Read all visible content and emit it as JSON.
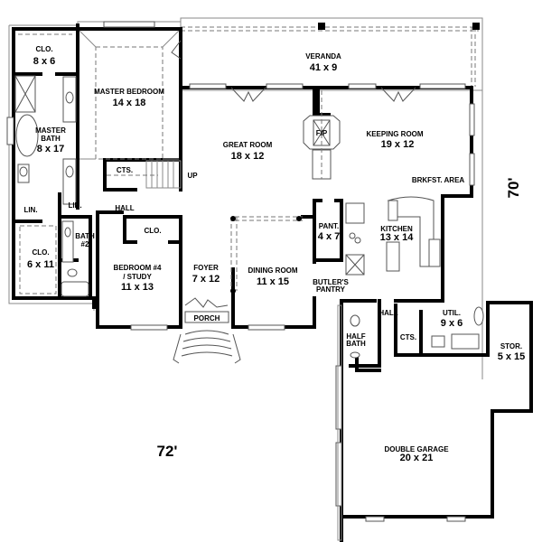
{
  "plan": {
    "overall_width": "72'",
    "overall_depth": "70'",
    "rooms": [
      {
        "id": "closet-master",
        "name": "CLO.",
        "dims": "8 x 6"
      },
      {
        "id": "master-bedroom",
        "name": "MASTER BEDROOM",
        "dims": "14 x 18"
      },
      {
        "id": "master-bath",
        "name_line1": "MASTER",
        "name_line2": "BATH",
        "dims": "8 x 17"
      },
      {
        "id": "veranda",
        "name": "VERANDA",
        "dims": "41 x 9"
      },
      {
        "id": "great-room",
        "name": "GREAT ROOM",
        "dims": "18 x 12"
      },
      {
        "id": "keeping-room",
        "name": "KEEPING ROOM",
        "dims": "19 x 12"
      },
      {
        "id": "breakfast-area",
        "name": "BRKFST. AREA"
      },
      {
        "id": "fireplace",
        "name": "F/P"
      },
      {
        "id": "cts-stair",
        "name": "CTS."
      },
      {
        "id": "stair-up",
        "name": "UP"
      },
      {
        "id": "linen-1",
        "name": "LIN."
      },
      {
        "id": "linen-2",
        "name": "LIN."
      },
      {
        "id": "hall-west",
        "name": "HALL"
      },
      {
        "id": "closet-west",
        "name": "CLO.",
        "dims": "6 x 11"
      },
      {
        "id": "bath-2",
        "name_line1": "BATH",
        "name_line2": "#2"
      },
      {
        "id": "closet-bedroom4",
        "name": "CLO."
      },
      {
        "id": "bedroom-4",
        "name_line1": "BEDROOM #4",
        "name_line2": "/ STUDY",
        "dims": "11 x 13"
      },
      {
        "id": "foyer",
        "name": "FOYER",
        "dims": "7 x 12"
      },
      {
        "id": "porch",
        "name": "PORCH"
      },
      {
        "id": "dining-room",
        "name": "DINING ROOM",
        "dims": "11 x 15"
      },
      {
        "id": "pantry",
        "name": "PANT.",
        "dims": "4 x 7"
      },
      {
        "id": "butlers-pantry",
        "name_line1": "BUTLER'S",
        "name_line2": "PANTRY"
      },
      {
        "id": "kitchen",
        "name": "KITCHEN",
        "dims": "13 x 14"
      },
      {
        "id": "hall-east",
        "name": "HALL"
      },
      {
        "id": "half-bath",
        "name_line1": "HALF",
        "name_line2": "BATH"
      },
      {
        "id": "cts-util",
        "name": "CTS."
      },
      {
        "id": "utility",
        "name": "UTIL.",
        "dims": "9 x 6"
      },
      {
        "id": "storage",
        "name": "STOR.",
        "dims": "5 x 15"
      },
      {
        "id": "garage",
        "name": "DOUBLE GARAGE",
        "dims": "20 x 21"
      }
    ]
  }
}
